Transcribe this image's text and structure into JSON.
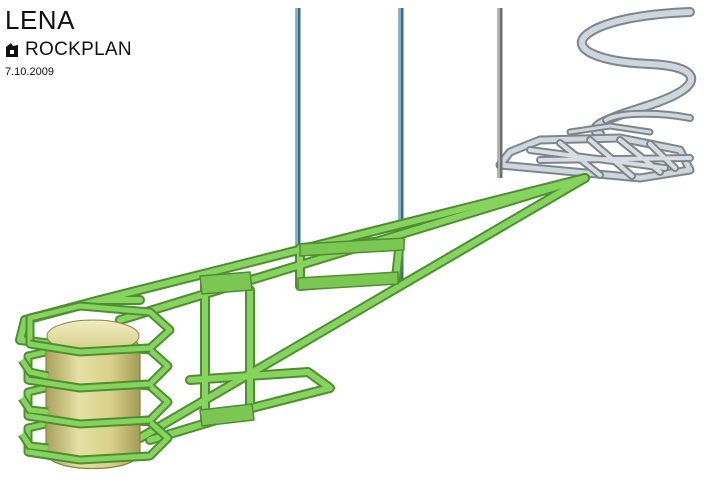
{
  "header": {
    "title": "LENA",
    "company": "ROCKPLAN",
    "date": "7.10.2009"
  },
  "colors": {
    "tunnel_green": "#7bc653",
    "tunnel_green_dark": "#4f9a33",
    "shaft_blue": "#4a7fa0",
    "shaft_grey": "#8c8c8c",
    "upper_tunnels": "#cfd6dc",
    "upper_tunnels_edge": "#8a949c",
    "cavern_body": "#e2dc9a",
    "cavern_shade": "#b9b26a"
  }
}
